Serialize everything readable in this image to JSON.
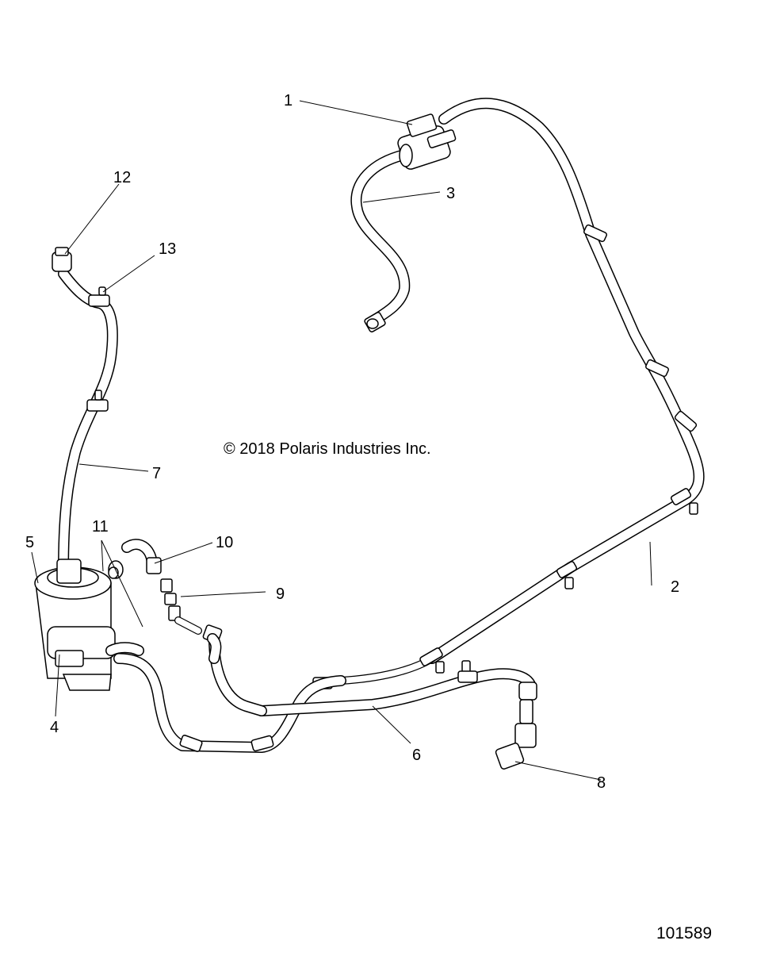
{
  "copyright": "© 2018 Polaris Industries Inc.",
  "figure_id": "101589",
  "callouts": [
    "1",
    "2",
    "3",
    "4",
    "5",
    "6",
    "7",
    "8",
    "9",
    "10",
    "11",
    "12",
    "13"
  ],
  "colors": {
    "line": "#000000",
    "background": "#ffffff"
  }
}
